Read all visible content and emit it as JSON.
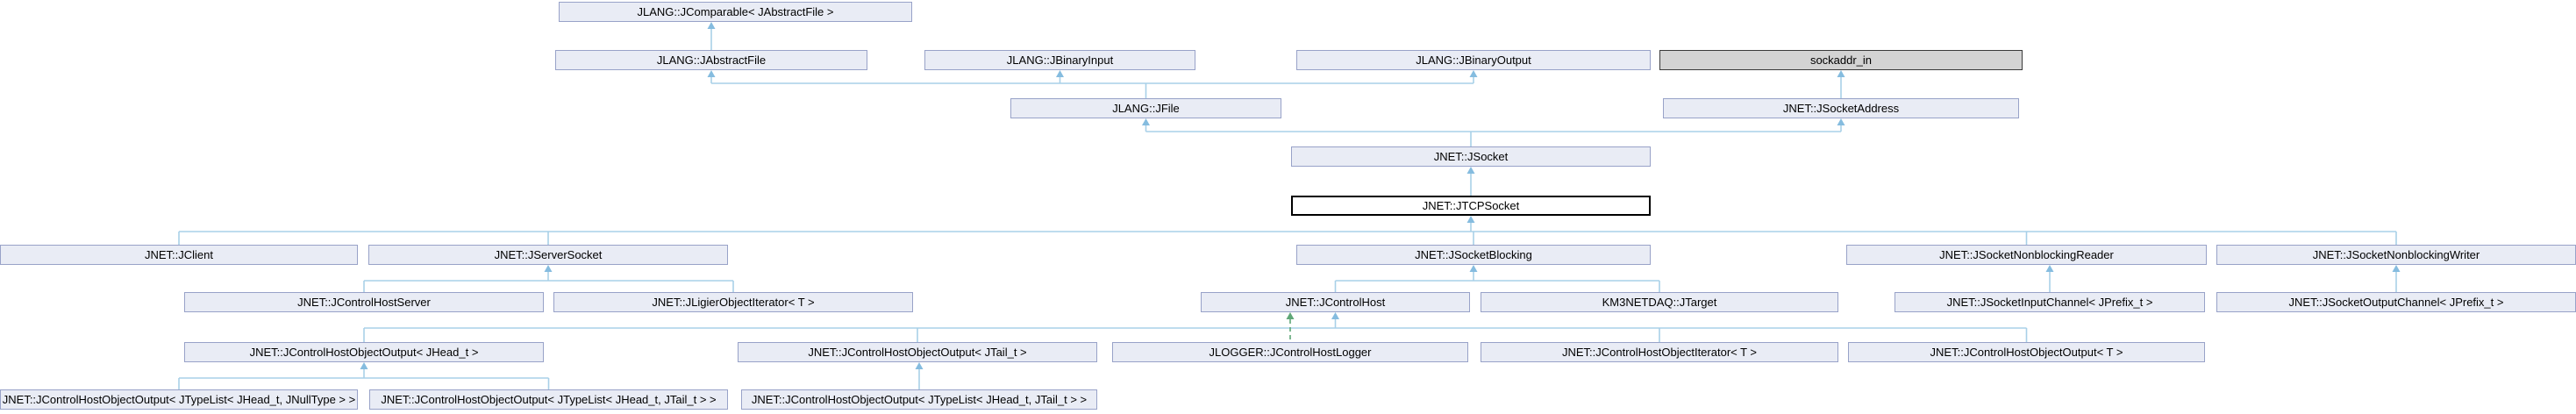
{
  "diagram": {
    "type": "class-inheritance-graph",
    "current_class": "JNET::JTCPSocket"
  },
  "nodes": [
    {
      "id": "n0",
      "label": "JLANG::JComparable< JAbstractFile >",
      "kind": "class"
    },
    {
      "id": "n1",
      "label": "JLANG::JAbstractFile",
      "kind": "class"
    },
    {
      "id": "n2",
      "label": "JLANG::JBinaryInput",
      "kind": "class"
    },
    {
      "id": "n3",
      "label": "JLANG::JBinaryOutput",
      "kind": "class"
    },
    {
      "id": "n4",
      "label": "sockaddr_in",
      "kind": "struct"
    },
    {
      "id": "n5",
      "label": "JLANG::JFile",
      "kind": "class"
    },
    {
      "id": "n6",
      "label": "JNET::JSocketAddress",
      "kind": "class"
    },
    {
      "id": "n7",
      "label": "JNET::JSocket",
      "kind": "class"
    },
    {
      "id": "n8",
      "label": "JNET::JTCPSocket",
      "kind": "current"
    },
    {
      "id": "n9",
      "label": "JNET::JClient",
      "kind": "class"
    },
    {
      "id": "n10",
      "label": "JNET::JServerSocket",
      "kind": "class"
    },
    {
      "id": "n11",
      "label": "JNET::JSocketBlocking",
      "kind": "class"
    },
    {
      "id": "n12",
      "label": "JNET::JSocketNonblockingReader",
      "kind": "class"
    },
    {
      "id": "n13",
      "label": "JNET::JSocketNonblockingWriter",
      "kind": "class"
    },
    {
      "id": "n14",
      "label": "JNET::JControlHostServer",
      "kind": "class"
    },
    {
      "id": "n15",
      "label": "JNET::JLigierObjectIterator< T >",
      "kind": "class"
    },
    {
      "id": "n16",
      "label": "JNET::JControlHost",
      "kind": "class"
    },
    {
      "id": "n17",
      "label": "KM3NETDAQ::JTarget",
      "kind": "class"
    },
    {
      "id": "n18",
      "label": "JNET::JSocketInputChannel< JPrefix_t >",
      "kind": "class"
    },
    {
      "id": "n19",
      "label": "JNET::JSocketOutputChannel< JPrefix_t >",
      "kind": "class"
    },
    {
      "id": "n20",
      "label": "JNET::JControlHostObjectOutput< JHead_t >",
      "kind": "class"
    },
    {
      "id": "n21",
      "label": "JNET::JControlHostObjectOutput< JTail_t >",
      "kind": "class"
    },
    {
      "id": "n22",
      "label": "JLOGGER::JControlHostLogger",
      "kind": "class"
    },
    {
      "id": "n23",
      "label": "JNET::JControlHostObjectIterator< T >",
      "kind": "class"
    },
    {
      "id": "n24",
      "label": "JNET::JControlHostObjectOutput< T >",
      "kind": "class"
    },
    {
      "id": "n25",
      "label": "JNET::JControlHostObjectOutput< JTypeList< JHead_t, JNullType > >",
      "kind": "class"
    },
    {
      "id": "n26",
      "label": "JNET::JControlHostObjectOutput< JTypeList< JHead_t, JTail_t > >",
      "kind": "class"
    },
    {
      "id": "n27",
      "label": "JNET::JControlHostObjectOutput< JTypeList< JHead_t, JTail_t > >",
      "kind": "class"
    }
  ],
  "edges": [
    {
      "child": "n1",
      "parent": "n0",
      "style": "solid"
    },
    {
      "child": "n5",
      "parent": "n1",
      "style": "solid"
    },
    {
      "child": "n5",
      "parent": "n2",
      "style": "solid"
    },
    {
      "child": "n5",
      "parent": "n3",
      "style": "solid"
    },
    {
      "child": "n6",
      "parent": "n4",
      "style": "solid"
    },
    {
      "child": "n7",
      "parent": "n5",
      "style": "solid"
    },
    {
      "child": "n7",
      "parent": "n6",
      "style": "solid"
    },
    {
      "child": "n8",
      "parent": "n7",
      "style": "solid"
    },
    {
      "child": "n9",
      "parent": "n8",
      "style": "solid"
    },
    {
      "child": "n10",
      "parent": "n8",
      "style": "solid"
    },
    {
      "child": "n11",
      "parent": "n8",
      "style": "solid"
    },
    {
      "child": "n12",
      "parent": "n8",
      "style": "solid"
    },
    {
      "child": "n13",
      "parent": "n8",
      "style": "solid"
    },
    {
      "child": "n14",
      "parent": "n10",
      "style": "solid"
    },
    {
      "child": "n15",
      "parent": "n10",
      "style": "solid"
    },
    {
      "child": "n16",
      "parent": "n11",
      "style": "solid"
    },
    {
      "child": "n17",
      "parent": "n11",
      "style": "solid"
    },
    {
      "child": "n18",
      "parent": "n12",
      "style": "solid"
    },
    {
      "child": "n19",
      "parent": "n13",
      "style": "solid"
    },
    {
      "child": "n20",
      "parent": "n16",
      "style": "solid"
    },
    {
      "child": "n21",
      "parent": "n16",
      "style": "solid"
    },
    {
      "child": "n23",
      "parent": "n16",
      "style": "solid"
    },
    {
      "child": "n24",
      "parent": "n16",
      "style": "solid"
    },
    {
      "child": "n22",
      "parent": "n16",
      "style": "dashed"
    },
    {
      "child": "n25",
      "parent": "n20",
      "style": "solid"
    },
    {
      "child": "n26",
      "parent": "n20",
      "style": "solid"
    },
    {
      "child": "n27",
      "parent": "n21",
      "style": "solid"
    }
  ],
  "colors": {
    "background": "#FFFFFF",
    "node_fill": "#E9ECF5",
    "node_border": "#98A2C8",
    "struct_fill": "#D3D3D3",
    "struct_border": "#3A3A3A",
    "main_fill": "#FFFFFF",
    "main_border": "#000000",
    "edge": "#A8D0E8",
    "edge_arrow": "#85BCDF",
    "dashed_edge": "#5FA777"
  }
}
